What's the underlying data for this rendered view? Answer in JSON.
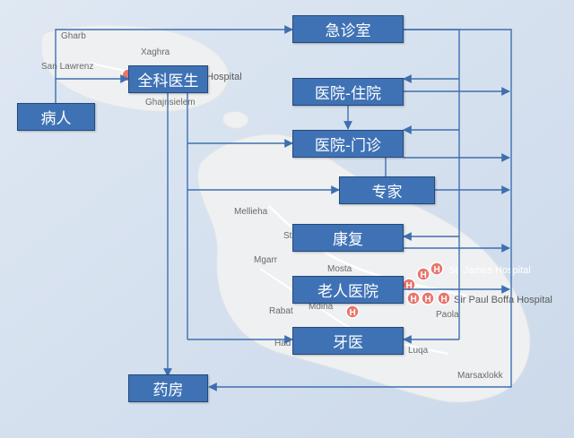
{
  "diagram": {
    "nodes": {
      "emergency": "急诊室",
      "gp": "全科医生",
      "patient": "病人",
      "hospital_inpatient": "医院-住院",
      "hospital_outpatient": "医院-门诊",
      "specialist": "专家",
      "rehab": "康复",
      "elderly_hospital": "老人医院",
      "dentist": "牙医",
      "pharmacy": "药房"
    }
  },
  "map": {
    "labels": {
      "gharb": "Gharb",
      "xaghra": "Xaghra",
      "san_lawrenz": "San Lawrenz",
      "ghajnsielem": "Ghajnsielem",
      "gozo_hospital": "Hospital",
      "mellieha": "Mellieha",
      "st": "St",
      "mgarr": "Mgarr",
      "mosta": "Mosta",
      "rabat": "Rabat",
      "mdina": "Mdina",
      "had": "Had",
      "luqa": "Luqa",
      "marsaxlokk": "Marsaxlokk",
      "paola": "Paola",
      "st_james": "St. James Hospital",
      "sir_paul": "Sir Paul Boffa Hospital"
    },
    "hospital_marker_letter": "H"
  },
  "colors": {
    "node_fill": "#3f72b5",
    "node_border": "#23487a",
    "arrow": "#3f6fb0",
    "background": "#d6e2f0",
    "land": "#eef0f1",
    "hospital_marker": "#e8766d"
  }
}
